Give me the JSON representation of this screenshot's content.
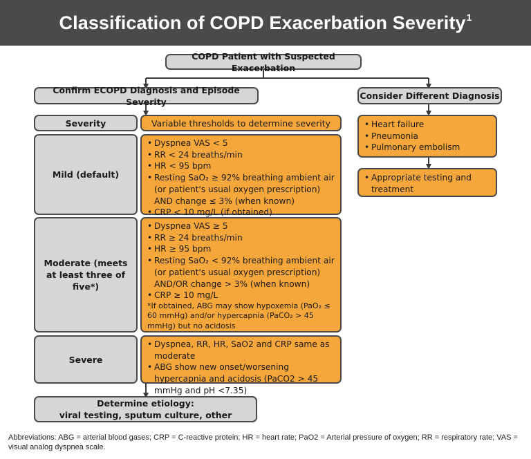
{
  "header": {
    "title": "Classification of COPD Exacerbation Severity",
    "superscript": "1"
  },
  "flow": {
    "start": "COPD Patient with Suspected Exacerbation",
    "confirm": "Confirm ECOPD Diagnosis and Episode Severity",
    "consider": "Consider Different Diagnosis",
    "severity_header": "Severity",
    "threshold_header": "Variable thresholds to determine severity",
    "mild": {
      "label": "Mild (default)",
      "items": [
        "Dyspnea VAS < 5",
        "RR < 24 breaths/min",
        "HR < 95 bpm",
        "Resting SaO₂ ≥ 92% breathing ambient air (or patient's usual oxygen prescription) AND change ≤ 3% (when known)",
        "CRP < 10 mg/L (if obtained)"
      ]
    },
    "moderate": {
      "label": "Moderate (meets at least three of five*)",
      "items": [
        "Dyspnea VAS ≥ 5",
        "RR ≥ 24 breaths/min",
        "HR ≥ 95 bpm",
        "Resting SaO₂ < 92% breathing ambient air (or patient's usual oxygen prescription) AND/OR change > 3% (when known)",
        "CRP ≥ 10 mg/L"
      ],
      "note": "*If obtained, ABG may show hypoxemia (PaO₂ ≤ 60 mmHg) and/or hypercapnia (PaCO₂ > 45 mmHg) but no acidosis"
    },
    "severe": {
      "label": "Severe",
      "items": [
        "Dyspnea, RR, HR, SaO2 and CRP same as moderate",
        "ABG show new onset/worsening hypercapnia and acidosis (PaCO2 > 45 mmHg and pH <7.35)"
      ]
    },
    "etiology": {
      "line1": "Determine etiology:",
      "line2": "viral testing, sputum culture, other"
    },
    "alt_diagnoses": [
      "Heart failure",
      "Pneumonia",
      "Pulmonary embolism"
    ],
    "testing": "Appropriate testing and treatment"
  },
  "footer": {
    "abbreviations": "Abbreviations: ABG = arterial blood gases; CRP = C-reactive protein; HR = heart rate; PaO2 = Arterial pressure of oxygen; RR = respiratory rate; VAS = visual analog dyspnea scale."
  },
  "colors": {
    "header_bg": "#4a4a4a",
    "gray_box": "#d6d6d6",
    "orange_box": "#f6a73c",
    "border": "#4a4a4a"
  }
}
